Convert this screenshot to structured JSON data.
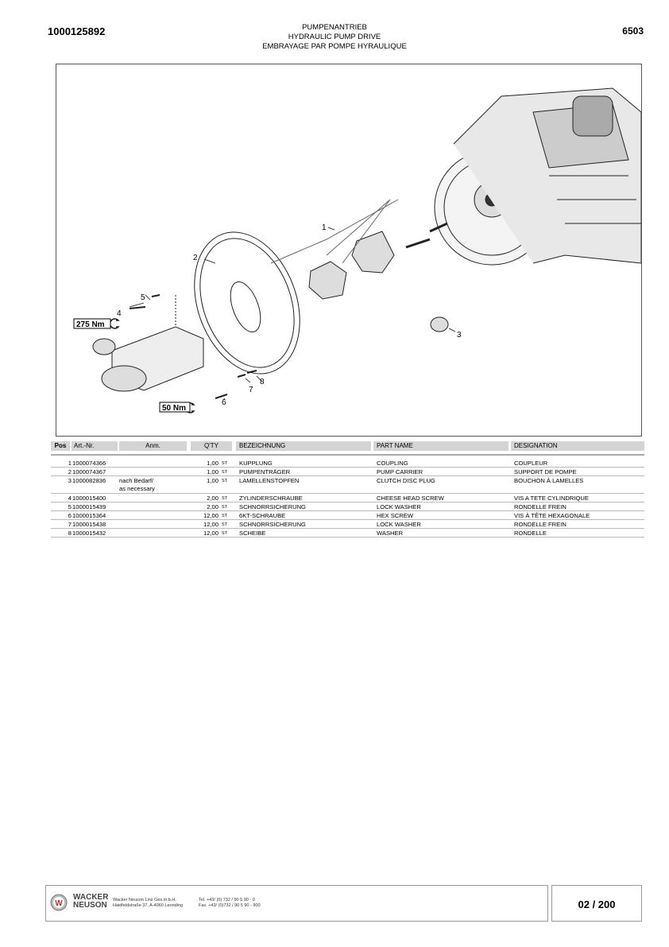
{
  "header": {
    "doc_number": "1000125892",
    "code": "6503",
    "title_de": "PUMPENANTRIEB",
    "title_en": "HYDRAULIC PUMP DRIVE",
    "title_fr": "EMBRAYAGE PAR POMPE HYRAULIQUE"
  },
  "diagram": {
    "callouts": [
      "1",
      "2",
      "3",
      "4",
      "5",
      "6",
      "7",
      "8"
    ],
    "torque_1": "275 Nm",
    "torque_2": "50 Nm"
  },
  "table": {
    "headers": {
      "pos": "Pos",
      "art": "Art.-Nr.",
      "anm": "Anm.",
      "qty": "Q'TY",
      "bez": "BEZEICHNUNG",
      "part": "PART NAME",
      "desig": "DESIGNATION"
    },
    "rows": [
      {
        "pos": "1",
        "art": "1000074366",
        "anm": "",
        "anm2": "",
        "qty": "1,00",
        "unit": "ST",
        "bez": "KUPPLUNG",
        "part": "COUPLING",
        "desig": "COUPLEUR"
      },
      {
        "pos": "2",
        "art": "1000074367",
        "anm": "",
        "anm2": "",
        "qty": "1,00",
        "unit": "ST",
        "bez": "PUMPENTRÄGER",
        "part": "PUMP CARRIER",
        "desig": "SUPPORT DE POMPE"
      },
      {
        "pos": "3",
        "art": "1000082836",
        "anm": "nach Bedarf/",
        "anm2": "as necessary",
        "qty": "1,00",
        "unit": "ST",
        "bez": "LAMELLENSTOPFEN",
        "part": "CLUTCH DISC PLUG",
        "desig": "BOUCHON À LAMELLES"
      },
      {
        "pos": "4",
        "art": "1000015400",
        "anm": "",
        "anm2": "",
        "qty": "2,00",
        "unit": "ST",
        "bez": "ZYLINDERSCHRAUBE",
        "part": "CHEESE HEAD SCREW",
        "desig": "VIS A TETE CYLINDRIQUE"
      },
      {
        "pos": "5",
        "art": "1000015439",
        "anm": "",
        "anm2": "",
        "qty": "2,00",
        "unit": "ST",
        "bez": "SCHNORRSICHERUNG",
        "part": "LOCK WASHER",
        "desig": "RONDELLE FREIN"
      },
      {
        "pos": "6",
        "art": "1000015364",
        "anm": "",
        "anm2": "",
        "qty": "12,00",
        "unit": "ST",
        "bez": "6KT-SCHRAUBE",
        "part": "HEX SCREW",
        "desig": "VIS À TÊTE HEXAGONALE"
      },
      {
        "pos": "7",
        "art": "1000015438",
        "anm": "",
        "anm2": "",
        "qty": "12,00",
        "unit": "ST",
        "bez": "SCHNORRSICHERUNG",
        "part": "LOCK WASHER",
        "desig": "RONDELLE FREIN"
      },
      {
        "pos": "8",
        "art": "1000015432",
        "anm": "",
        "anm2": "",
        "qty": "12,00",
        "unit": "ST",
        "bez": "SCHEIBE",
        "part": "WASHER",
        "desig": "RONDELLE"
      }
    ]
  },
  "footer": {
    "brand_1": "WACKER",
    "brand_2": "NEUSON",
    "company": "Wacker Neuson Linz  Ges.m.b.H.",
    "address": "Haidfeldstraße 37, A-4060 Leonding",
    "tel": "Tel. +43/ (0) 732 / 90 5 90 - 0",
    "fax": "Fax. +43/ (0)732 / 90 5 90 - 900",
    "page": "02 / 200"
  }
}
